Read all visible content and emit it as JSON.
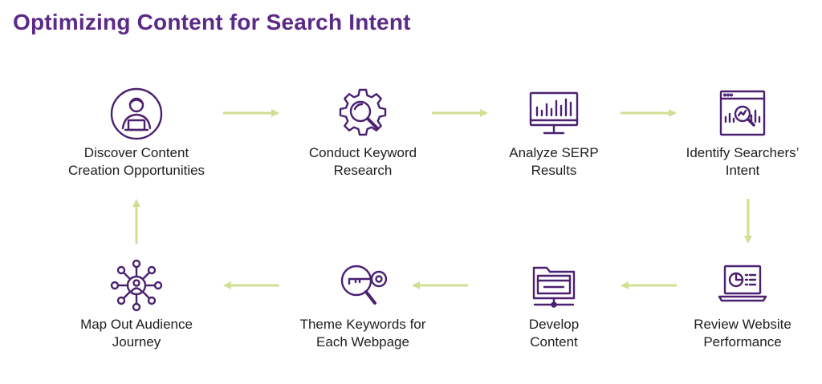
{
  "title": "Optimizing Content for Search Intent",
  "colors": {
    "title": "#5b2a86",
    "icon": "#4a2070",
    "arrow": "#cfe093"
  },
  "steps": [
    {
      "label": "Discover Content\nCreation Opportunities",
      "icon": "person-laptop-icon"
    },
    {
      "label": "Conduct Keyword\nResearch",
      "icon": "gear-magnifier-icon"
    },
    {
      "label": "Analyze SERP\nResults",
      "icon": "monitor-bar-chart-icon"
    },
    {
      "label": "Identify Searchers’\nIntent",
      "icon": "browser-analytics-icon"
    },
    {
      "label": "Review Website\nPerformance",
      "icon": "laptop-pie-chart-icon"
    },
    {
      "label": "Develop\nContent",
      "icon": "folder-window-icon"
    },
    {
      "label": "Theme Keywords for\nEach Webpage",
      "icon": "key-magnifier-icon"
    },
    {
      "label": "Map Out Audience\nJourney",
      "icon": "network-person-icon"
    }
  ]
}
